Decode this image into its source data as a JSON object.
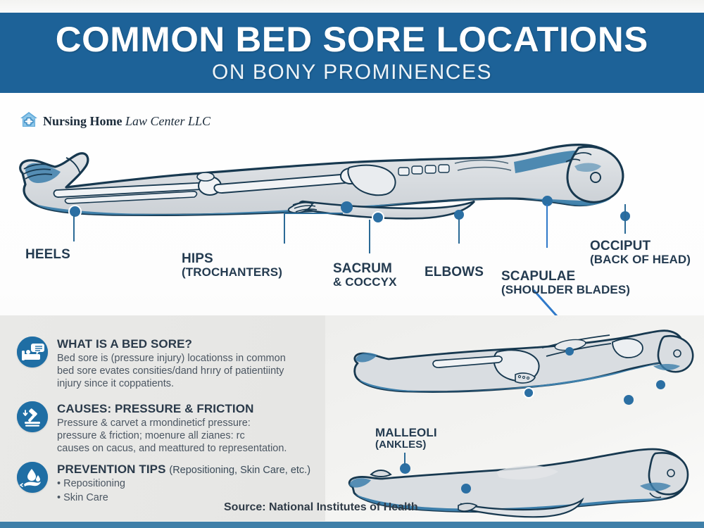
{
  "header": {
    "title": "COMMON BED SORE LOCATIONS",
    "subtitle": "ON BONY PROMINENCES",
    "bg_color": "#1d6298"
  },
  "logo": {
    "icon": "house-medical-cross-icon",
    "name_bold": "Nursing Home",
    "name_italic": " Law Center LLC"
  },
  "labels": [
    {
      "name": "heels",
      "text": "HEELS",
      "sub": ""
    },
    {
      "name": "hips",
      "text": "HIPS",
      "sub": "(TROCHANTERS)"
    },
    {
      "name": "sacrum",
      "text": "SACRUM",
      "sub": "& COCCYX"
    },
    {
      "name": "elbows",
      "text": "ELBOWS",
      "sub": ""
    },
    {
      "name": "scapulae",
      "text": "SCAPULAE",
      "sub": "(SHOULDER BLADES)"
    },
    {
      "name": "occiput",
      "text": "OCCIPUT",
      "sub": "(BACK OF HEAD)"
    },
    {
      "name": "malleoli",
      "text": "MALLEOLI",
      "sub": "(ANKLES)"
    }
  ],
  "info_blocks": [
    {
      "icon": "bed-patient-icon",
      "heading": "WHAT IS A BED SORE?",
      "note": "",
      "text": "Bed sore is (pressure injury) locationss in common\nbed sore evates consities/dand hrıry of patientiinty\ninjury since it coppatients.",
      "items": []
    },
    {
      "icon": "gavel-pressure-icon",
      "heading": "CAUSES: PRESSURE & FRICTION",
      "note": "",
      "text": "Pressure & carvet a rmondineticf pressure:\npressure & friction; moenure all zianes: rc\ncauses on cacus, and meattured to representation.",
      "items": []
    },
    {
      "icon": "hand-water-drop-icon",
      "heading": "PREVENTION TIPS",
      "note": "(Repositioning, Skin Care, etc.)",
      "text": "",
      "items": [
        "• Repositioning",
        "• Skin Care"
      ]
    }
  ],
  "source": "Source: National Institutes of Health",
  "colors": {
    "brand_blue": "#1d6298",
    "marker_blue": "#2b6fa3",
    "body_fill": "#d7dade",
    "body_shade": "#3d7fab",
    "outline": "#17384f",
    "panel_bg": "#e8e8e6",
    "footer_bar": "#3f7fa8"
  }
}
